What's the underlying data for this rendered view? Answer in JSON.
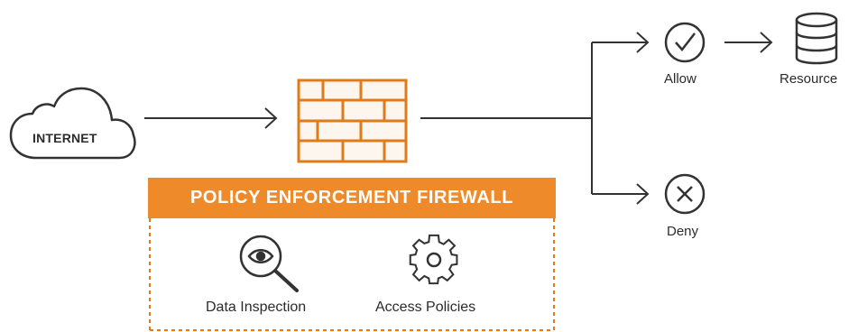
{
  "nodes": {
    "internet": "INTERNET",
    "allow": "Allow",
    "resource": "Resource",
    "deny": "Deny"
  },
  "firewall": {
    "title": "POLICY ENFORCEMENT FIREWALL",
    "features": [
      {
        "label": "Data Inspection",
        "icon": "magnifier-eye-icon"
      },
      {
        "label": "Access Policies",
        "icon": "gear-icon"
      }
    ]
  },
  "colors": {
    "accent": "#ef8a2a",
    "stroke": "#333333",
    "text": "#2b2b2b"
  }
}
